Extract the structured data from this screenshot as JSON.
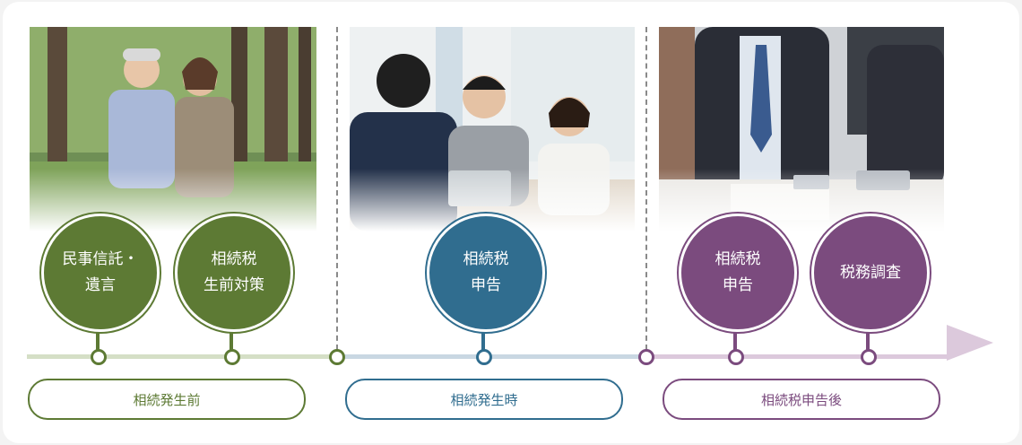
{
  "colors": {
    "green": "#5d7a34",
    "blue": "#306d8f",
    "purple": "#7b4b7e",
    "green_line": "#d5dfc6",
    "blue_line": "#c9d7e2",
    "purple_line": "#dcc9dc"
  },
  "photos": [
    {
      "name": "photo-senior-couple",
      "icon": "senior-couple-photo"
    },
    {
      "name": "photo-consultation",
      "icon": "consultation-photo"
    },
    {
      "name": "photo-business-meeting",
      "icon": "business-meeting-photo"
    }
  ],
  "circles": [
    {
      "label": "民事信託・\n遺言",
      "color": "#5d7a34"
    },
    {
      "label": "相続税\n生前対策",
      "color": "#5d7a34"
    },
    {
      "label": "相続税\n申告",
      "color": "#306d8f"
    },
    {
      "label": "相続税\n申告",
      "color": "#7b4b7e"
    },
    {
      "label": "税務調査",
      "color": "#7b4b7e"
    }
  ],
  "phases": [
    {
      "label": "相続発生前",
      "color": "#5d7a34"
    },
    {
      "label": "相続発生時",
      "color": "#306d8f"
    },
    {
      "label": "相続税申告後",
      "color": "#7b4b7e"
    }
  ]
}
